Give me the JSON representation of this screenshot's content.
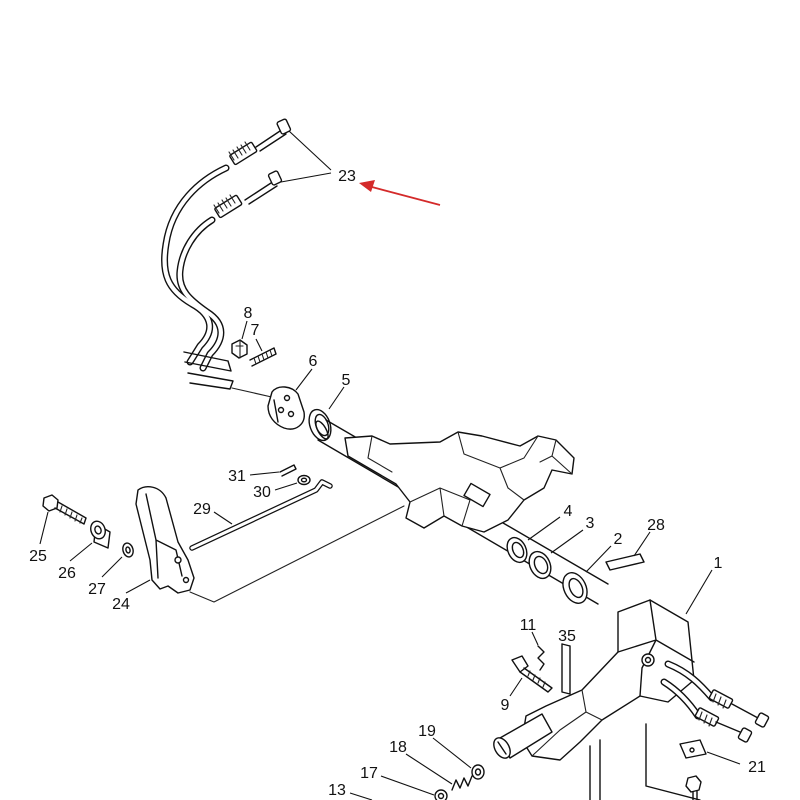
{
  "callouts": {
    "c23": "23",
    "c8": "8",
    "c7": "7",
    "c6": "6",
    "c5": "5",
    "c31": "31",
    "c30": "30",
    "c29": "29",
    "c25": "25",
    "c26": "26",
    "c27": "27",
    "c24": "24",
    "c4": "4",
    "c3": "3",
    "c2": "2",
    "c28": "28",
    "c1": "1",
    "c11": "11",
    "c35": "35",
    "c9": "9",
    "c21": "21",
    "c19": "19",
    "c18": "18",
    "c17": "17",
    "c13": "13"
  },
  "colors": {
    "arrow": "#d42a2a",
    "line": "#111111",
    "background": "#ffffff"
  }
}
